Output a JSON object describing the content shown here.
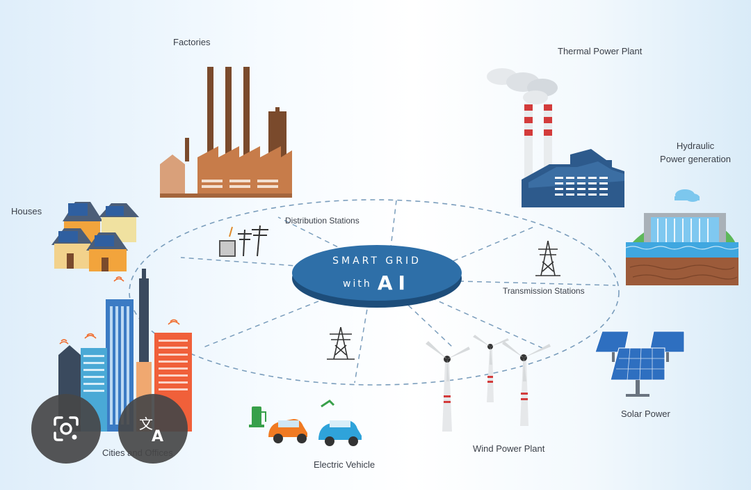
{
  "hub": {
    "line1": "SMART GRID",
    "line2_prefix": "with",
    "line2_main": "AI",
    "color": "#2e6fa8"
  },
  "labels": {
    "factories": "Factories",
    "thermal": "Thermal Power Plant",
    "hydraulic_line1": "Hydraulic",
    "hydraulic_line2": "Power generation",
    "houses": "Houses",
    "distribution": "Distribution Stations",
    "transmission": "Transmission Stations",
    "solar": "Solar Power",
    "wind": "Wind Power Plant",
    "ev": "Electric Vehicle",
    "cities": "Cities and Offices"
  },
  "overlay": {
    "lens_icon": "google-lens-icon",
    "translate_icon": "translate-icon"
  }
}
